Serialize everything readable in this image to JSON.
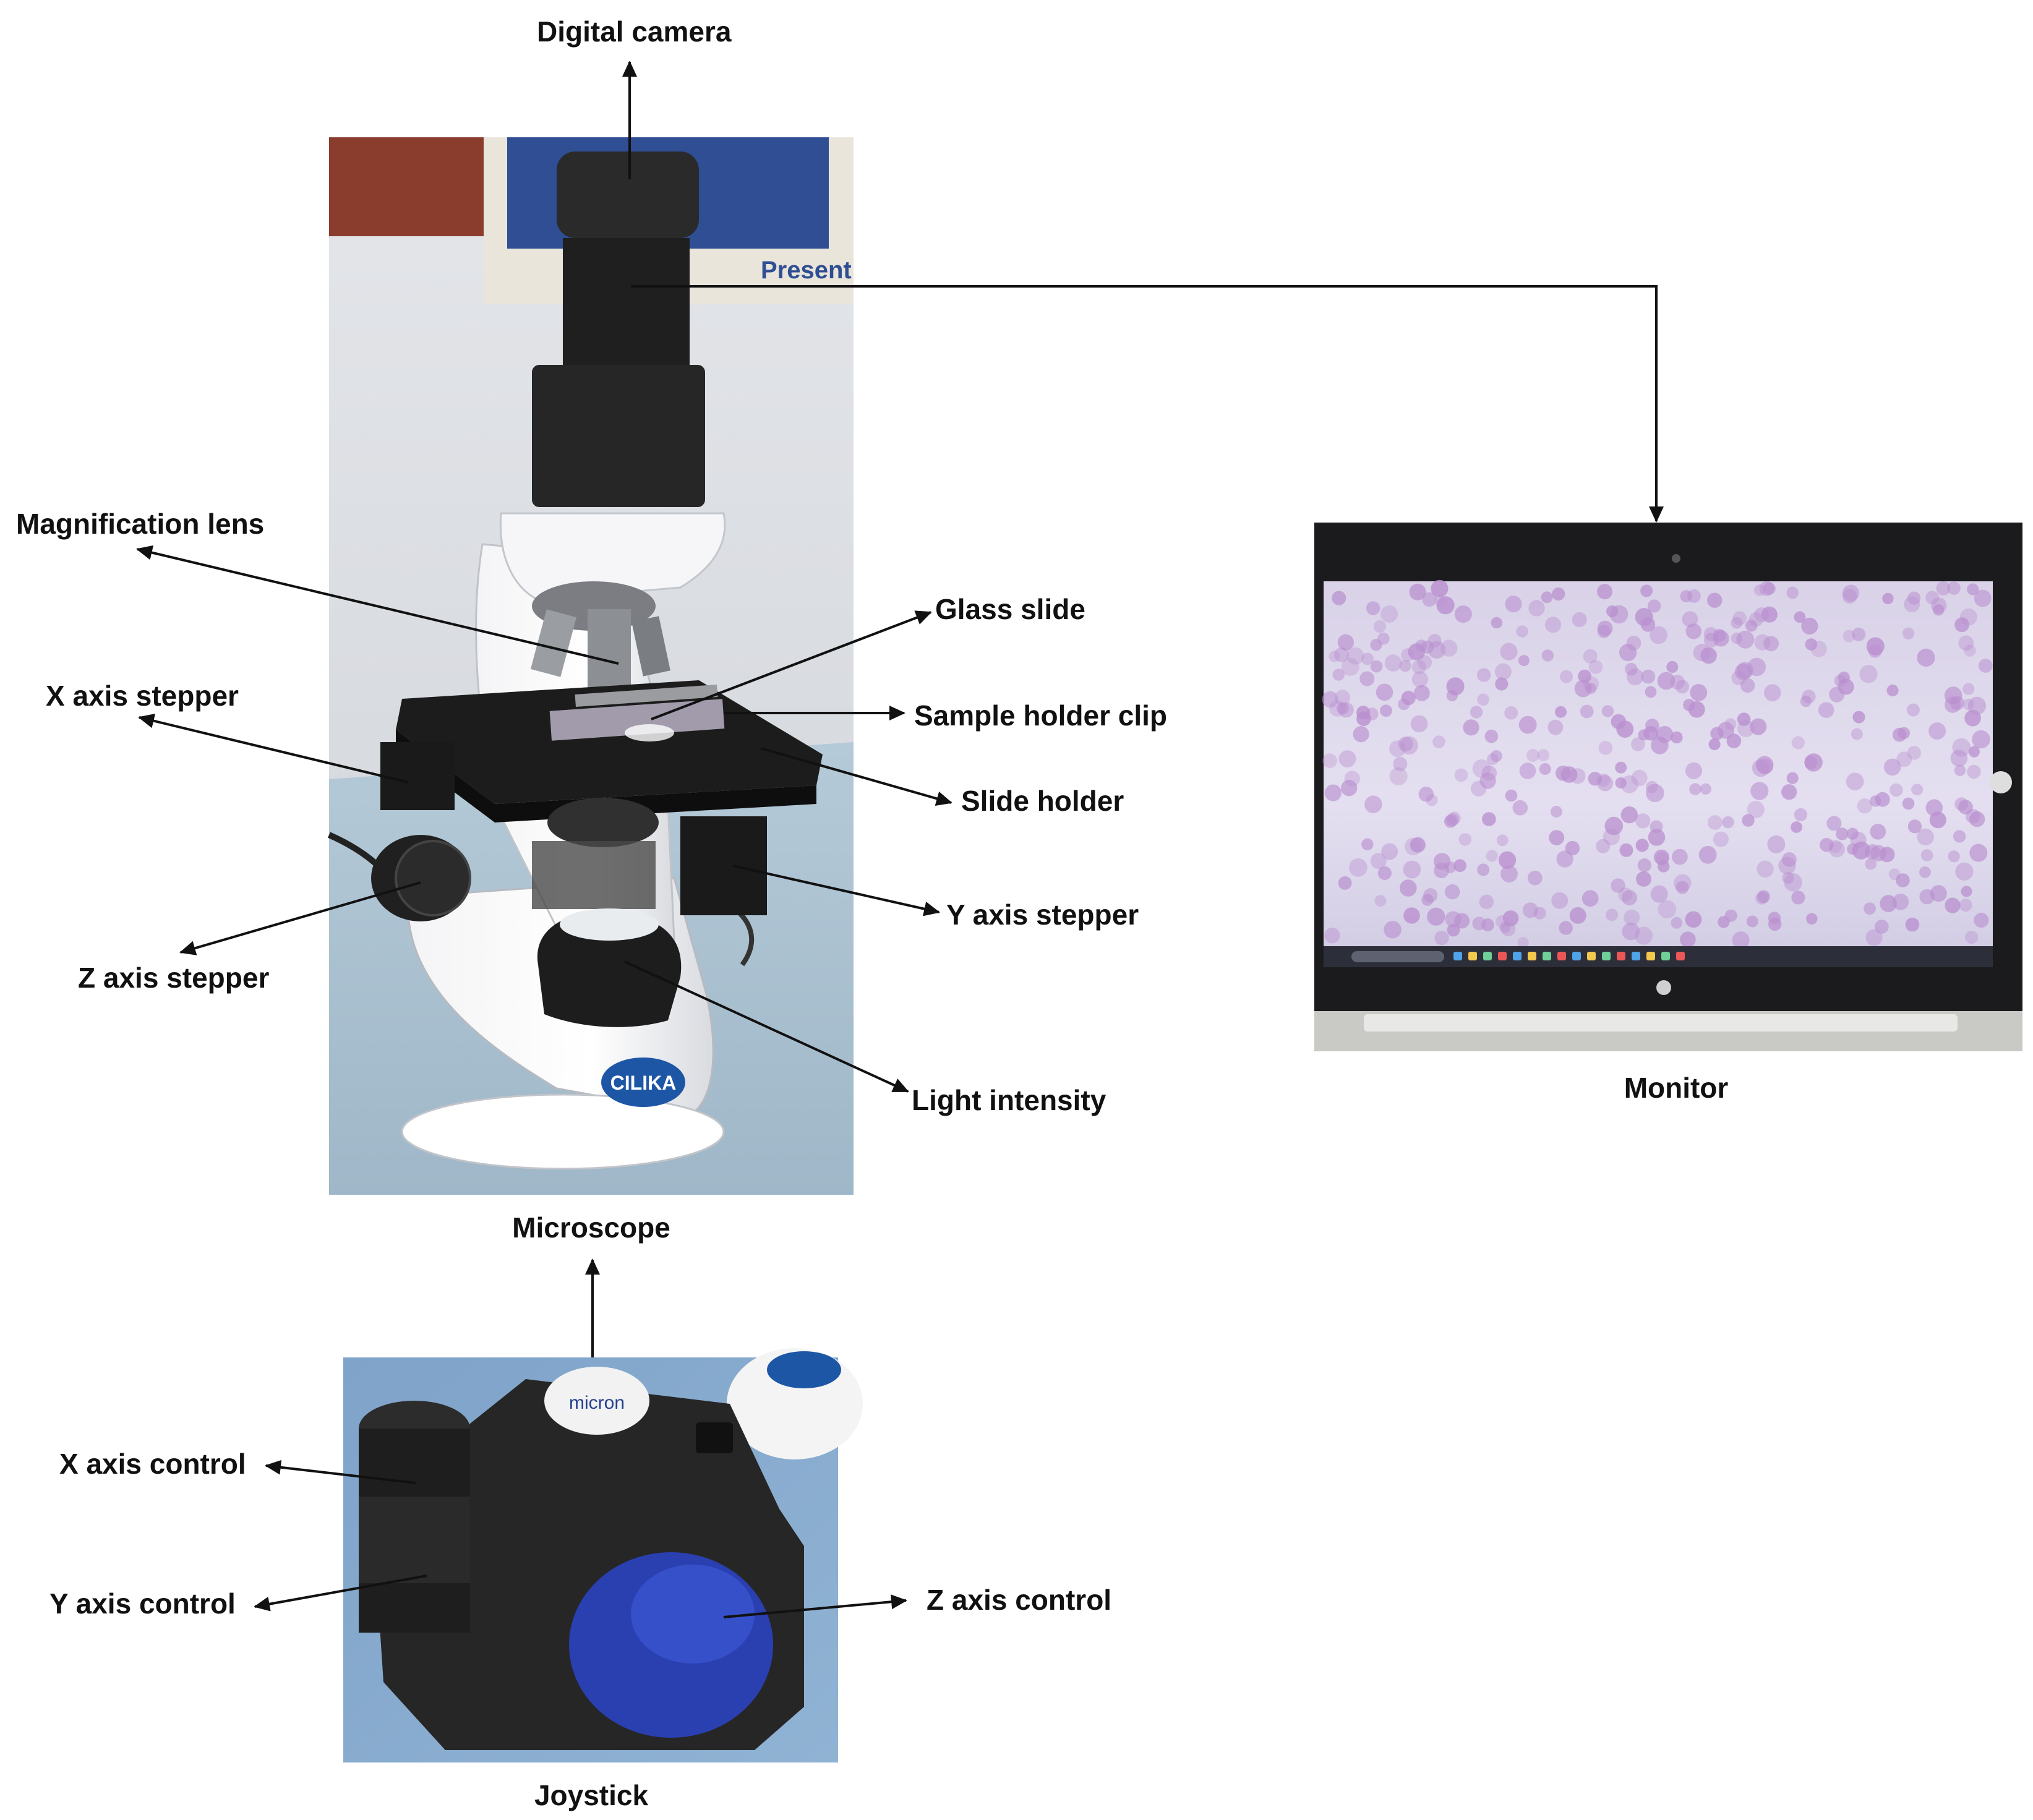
{
  "microscope": {
    "caption": "Microscope",
    "labels": {
      "digital_camera": "Digital camera",
      "magnification_lens": "Magnification lens",
      "glass_slide": "Glass slide",
      "sample_holder_clip": "Sample holder clip",
      "x_axis_stepper": "X axis stepper",
      "slide_holder": "Slide holder",
      "y_axis_stepper": "Y axis stepper",
      "z_axis_stepper": "Z axis stepper",
      "light_intensity": "Light intensity"
    },
    "brand_logo_text": "CILIKA",
    "poster_text": "Present"
  },
  "monitor": {
    "caption": "Monitor"
  },
  "joystick": {
    "caption": "Joystick",
    "labels": {
      "x_axis_control": "X axis control",
      "y_axis_control": "Y axis control",
      "z_axis_control": "Z axis control"
    },
    "logo_text": "micron"
  },
  "colors": {
    "arrow": "#111111",
    "background": "#ffffff",
    "screen_cells": "#b98fcf",
    "joystick_knob": "#2a3fb0"
  }
}
